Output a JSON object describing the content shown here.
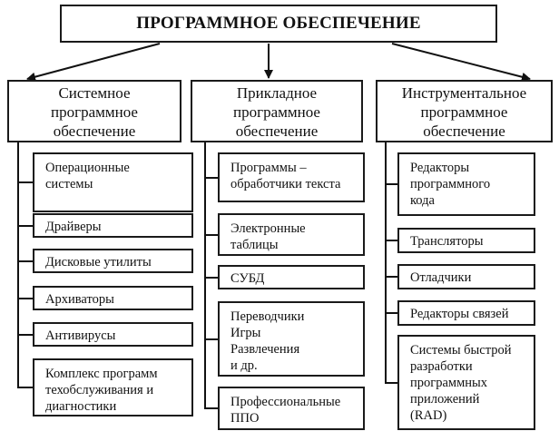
{
  "root": {
    "label": "ПРОГРАММНОЕ ОБЕСПЕЧЕНИЕ"
  },
  "categories": [
    {
      "lines": [
        "Системное",
        "программное",
        "обеспечение"
      ],
      "items": [
        {
          "lines": [
            "Операционные",
            "системы"
          ]
        },
        {
          "lines": [
            "Драйверы"
          ]
        },
        {
          "lines": [
            "Дисковые утилиты"
          ]
        },
        {
          "lines": [
            "Архиваторы"
          ]
        },
        {
          "lines": [
            "Антивирусы"
          ]
        },
        {
          "lines": [
            "Комплекс программ",
            "техобслуживания и",
            "диагностики"
          ]
        }
      ]
    },
    {
      "lines": [
        "Прикладное",
        "программное",
        "обеспечение"
      ],
      "items": [
        {
          "lines": [
            "Программы –",
            "обработчики текста"
          ]
        },
        {
          "lines": [
            "Электронные",
            "таблицы"
          ]
        },
        {
          "lines": [
            "СУБД"
          ]
        },
        {
          "lines": [
            "Переводчики",
            "Игры",
            "Развлечения",
            "и др."
          ]
        },
        {
          "lines": [
            "Профессиональные",
            "ППО"
          ]
        }
      ]
    },
    {
      "lines": [
        "Инструментальное",
        "программное",
        "обеспечение"
      ],
      "items": [
        {
          "lines": [
            "Редакторы",
            "программного",
            "кода"
          ]
        },
        {
          "lines": [
            "Трансляторы"
          ]
        },
        {
          "lines": [
            "Отладчики"
          ]
        },
        {
          "lines": [
            "Редакторы связей"
          ]
        },
        {
          "lines": [
            "Системы быстрой",
            "разработки",
            "программных",
            "приложений",
            "(RAD)"
          ]
        }
      ]
    }
  ]
}
